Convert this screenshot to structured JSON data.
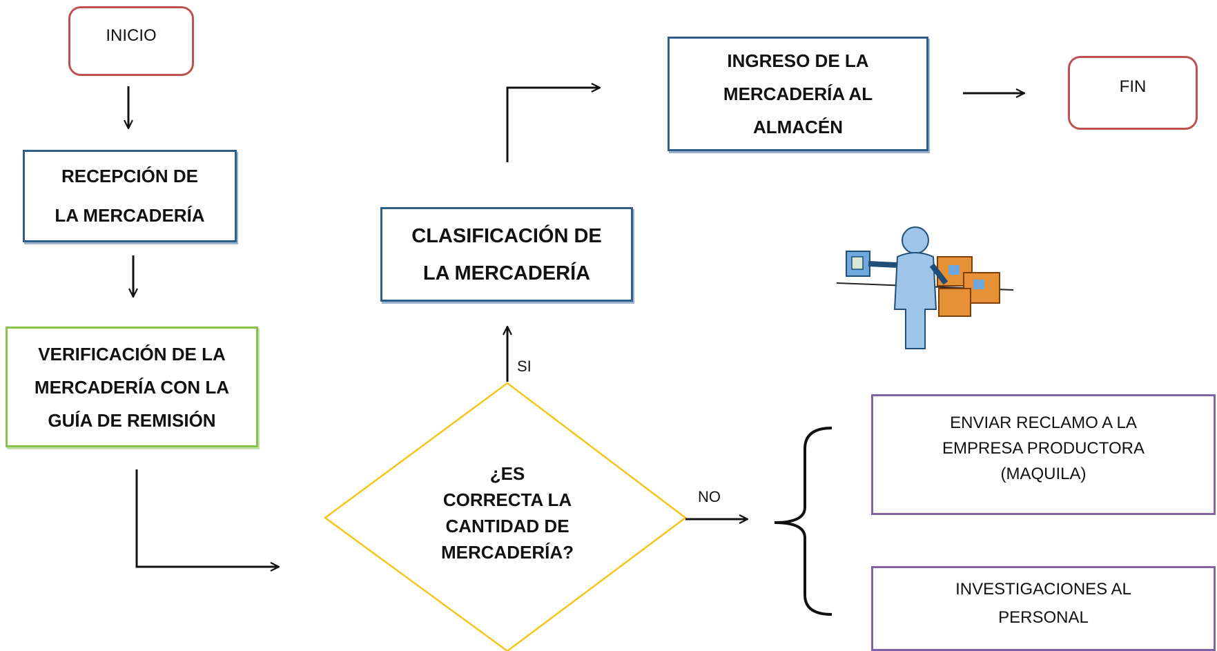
{
  "title": "",
  "nodes": {
    "start": {
      "label": "INICIO"
    },
    "reception": {
      "line1": "RECEPCIÓN DE",
      "line2": "LA MERCADERÍA"
    },
    "verification": {
      "line1": "VERIFICACIÓN DE LA",
      "line2": "MERCADERÍA CON LA",
      "line3": "GUÍA DE REMISIÓN"
    },
    "decision": {
      "line1": "¿ES",
      "line2": "CORRECTA LA",
      "line3": "CANTIDAD DE",
      "line4": "MERCADERÍA?"
    },
    "classification": {
      "line1": "CLASIFICACIÓN DE",
      "line2": "LA MERCADERÍA"
    },
    "warehouse_entry": {
      "line1": "INGRESO DE LA",
      "line2": "MERCADERÍA AL",
      "line3": "ALMACÉN"
    },
    "end": {
      "label": "FIN"
    },
    "claim": {
      "line1": "ENVIAR RECLAMO A LA",
      "line2": "EMPRESA PRODUCTORA",
      "line3": "(MAQUILA)"
    },
    "investigation": {
      "line1": "INVESTIGACIONES AL",
      "line2": "PERSONAL"
    }
  },
  "edges": {
    "yes_label": "SI",
    "no_label": "NO"
  },
  "illustration": {
    "icon": "worker-with-packages-icon"
  },
  "colors": {
    "terminal_border": "#c0504d",
    "process_border": "#2e5f8a",
    "verification_border": "#8cc152",
    "decision_border": "#f5c518",
    "outcome_border": "#8064a2",
    "arrow": "#111111"
  }
}
